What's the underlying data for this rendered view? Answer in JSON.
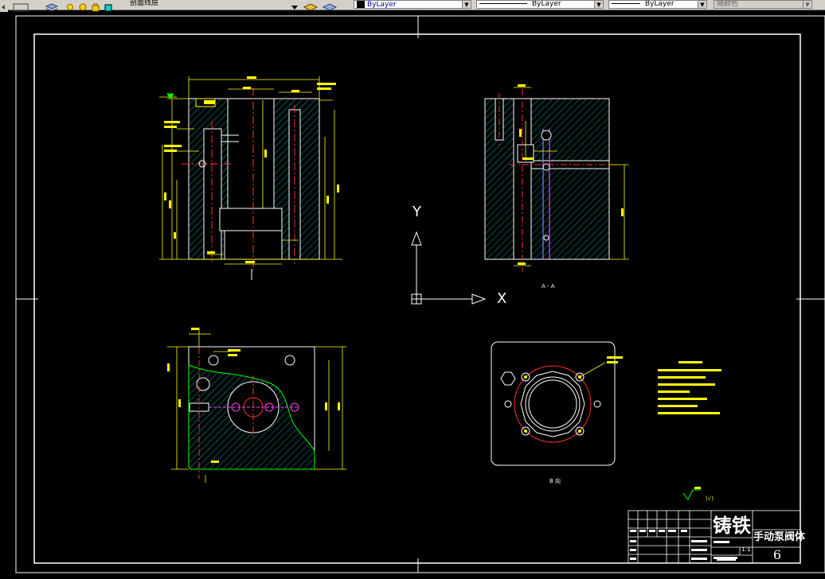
{
  "toolbar": {
    "layer_name": "剖面线层",
    "color_value": "ByLayer",
    "linetype_value": "ByLayer",
    "lineweight_value": "ByLayer",
    "plotstyle_value": "随颜色"
  },
  "canvas": {
    "ucs_y_label": "Y",
    "ucs_x_label": "X",
    "section_label": "A - A",
    "view_b_label": "B 向",
    "roughness_note": "(√)"
  },
  "title_block": {
    "material": "铸铁",
    "part_name": "手动泵阀体",
    "scale": "1:1",
    "drawing_no": "6"
  },
  "colors": {
    "background": "#000000",
    "outline": "#ffffff",
    "hatch": "#00a0a0",
    "dimension": "#ffff00",
    "centerline": "#ff3030",
    "hidden": "#8080ff",
    "magenta": "#ff40ff",
    "green": "#00ff00"
  }
}
